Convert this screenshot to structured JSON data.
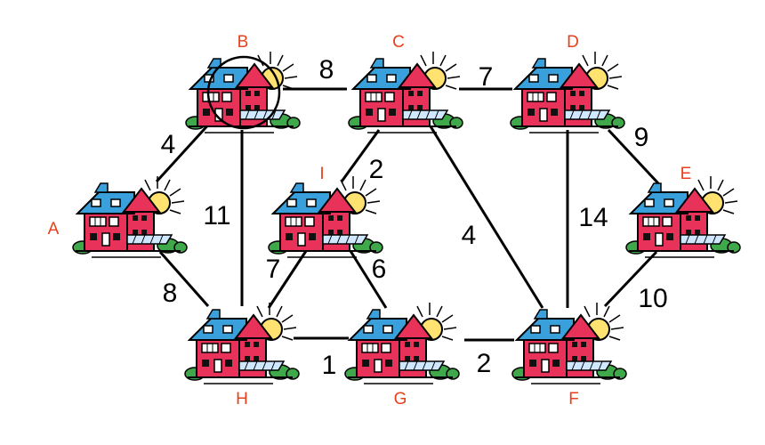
{
  "colors": {
    "label": "#e8401c",
    "edge": "#000000",
    "roof": "#3aa0dc",
    "wall": "#e8325a",
    "grass": "#3fa84a",
    "sun": "#ffe270"
  },
  "icons": {
    "node": "house-icon"
  },
  "nodes": [
    {
      "id": "A",
      "label": "A"
    },
    {
      "id": "B",
      "label": "B"
    },
    {
      "id": "C",
      "label": "C"
    },
    {
      "id": "D",
      "label": "D"
    },
    {
      "id": "E",
      "label": "E"
    },
    {
      "id": "F",
      "label": "F"
    },
    {
      "id": "G",
      "label": "G"
    },
    {
      "id": "H",
      "label": "H"
    },
    {
      "id": "I",
      "label": "I"
    }
  ],
  "edges": [
    {
      "from": "A",
      "to": "B",
      "weight": "4"
    },
    {
      "from": "A",
      "to": "H",
      "weight": "8"
    },
    {
      "from": "B",
      "to": "C",
      "weight": "8"
    },
    {
      "from": "B",
      "to": "H",
      "weight": "11"
    },
    {
      "from": "C",
      "to": "D",
      "weight": "7"
    },
    {
      "from": "C",
      "to": "I",
      "weight": "2"
    },
    {
      "from": "C",
      "to": "F",
      "weight": "4"
    },
    {
      "from": "D",
      "to": "E",
      "weight": "9"
    },
    {
      "from": "D",
      "to": "F",
      "weight": "14"
    },
    {
      "from": "E",
      "to": "F",
      "weight": "10"
    },
    {
      "from": "F",
      "to": "G",
      "weight": "2"
    },
    {
      "from": "G",
      "to": "H",
      "weight": "1"
    },
    {
      "from": "H",
      "to": "I",
      "weight": "7"
    },
    {
      "from": "I",
      "to": "G",
      "weight": "6"
    }
  ],
  "highlight": {
    "node": "B"
  }
}
